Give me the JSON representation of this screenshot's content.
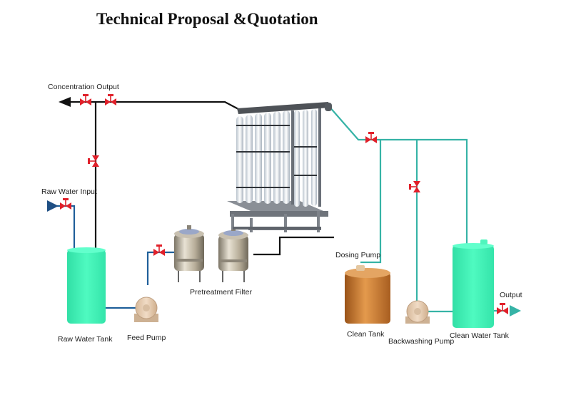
{
  "title": "Technical Proposal &Quotation",
  "labels": {
    "concentration_output": "Concentration Output",
    "raw_water_input": "Raw Water Input",
    "raw_water_tank": "Raw Water Tank",
    "feed_pump": "Feed Pump",
    "pretreatment_filter": "Pretreatment Filter",
    "dosing_pump": "Dosing Pump",
    "clean_tank": "Clean Tank",
    "backwashing_pump": "Backwashing Pump",
    "clean_water_tank": "Clean Water Tank",
    "output": "Output"
  },
  "colors": {
    "feed_pipe": "#1f5f9a",
    "clean_pipe": "#36b3a6",
    "concentrate_pipe": "#111111",
    "valve": "#e0202a",
    "tank_teal": "#3ef2b6",
    "clean_tank_copper": "#c87a2e",
    "pump": "#e4c9ad"
  }
}
